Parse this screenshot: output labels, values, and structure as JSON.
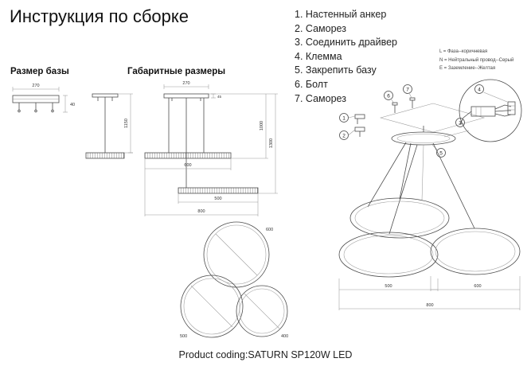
{
  "title": "Инструкция по сборке",
  "base_section": {
    "heading": "Размер базы",
    "dims": {
      "width": "270",
      "height": "40"
    }
  },
  "overall_section": {
    "heading": "Габаритные размеры",
    "dims": {
      "canopy_width": "270",
      "canopy_height": "45",
      "drop_left": "1150",
      "drop_right_1": "1000",
      "drop_right_2": "1300",
      "ring_upper": "600",
      "ring_lower": "500",
      "total_width": "800"
    }
  },
  "plan_section": {
    "dims": {
      "top_ring": "600",
      "left_ring": "500",
      "right_ring": "400"
    }
  },
  "steps": [
    "1. Настенный анкер",
    "2. Саморез",
    "3. Соединить драйвер",
    "4. Клемма",
    "5. Закрепить базу",
    "6. Болт",
    "7. Саморез"
  ],
  "wiring_legend": [
    "L = Фаза--коричневая",
    "N = Нейтральный провод--Серый",
    "E = Заземление--Желтая"
  ],
  "perspective_section": {
    "callouts": [
      "1",
      "2",
      "3",
      "4",
      "5",
      "6",
      "7"
    ],
    "dims": {
      "left_ring": "500",
      "right_ring": "600",
      "total_width": "800"
    }
  },
  "footer": "Product coding:SATURN SP120W LED"
}
